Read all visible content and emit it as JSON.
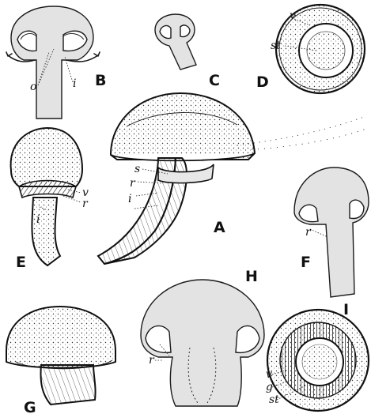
{
  "figure_labels": {
    "A": "A",
    "B": "B",
    "C": "C",
    "D": "D",
    "E": "E",
    "F": "F",
    "G": "G",
    "H": "H",
    "I": "I"
  },
  "part_labels": {
    "b_o": "o",
    "b_i": "i",
    "d_v": "v",
    "d_st": "st",
    "a_s": "s",
    "a_r": "r",
    "a_i": "i",
    "e_v": "v",
    "e_r": "r",
    "e_i": "i",
    "f_r": "r",
    "h_r": "r",
    "i_v": "v",
    "i_g": "g",
    "i_st": "st"
  }
}
